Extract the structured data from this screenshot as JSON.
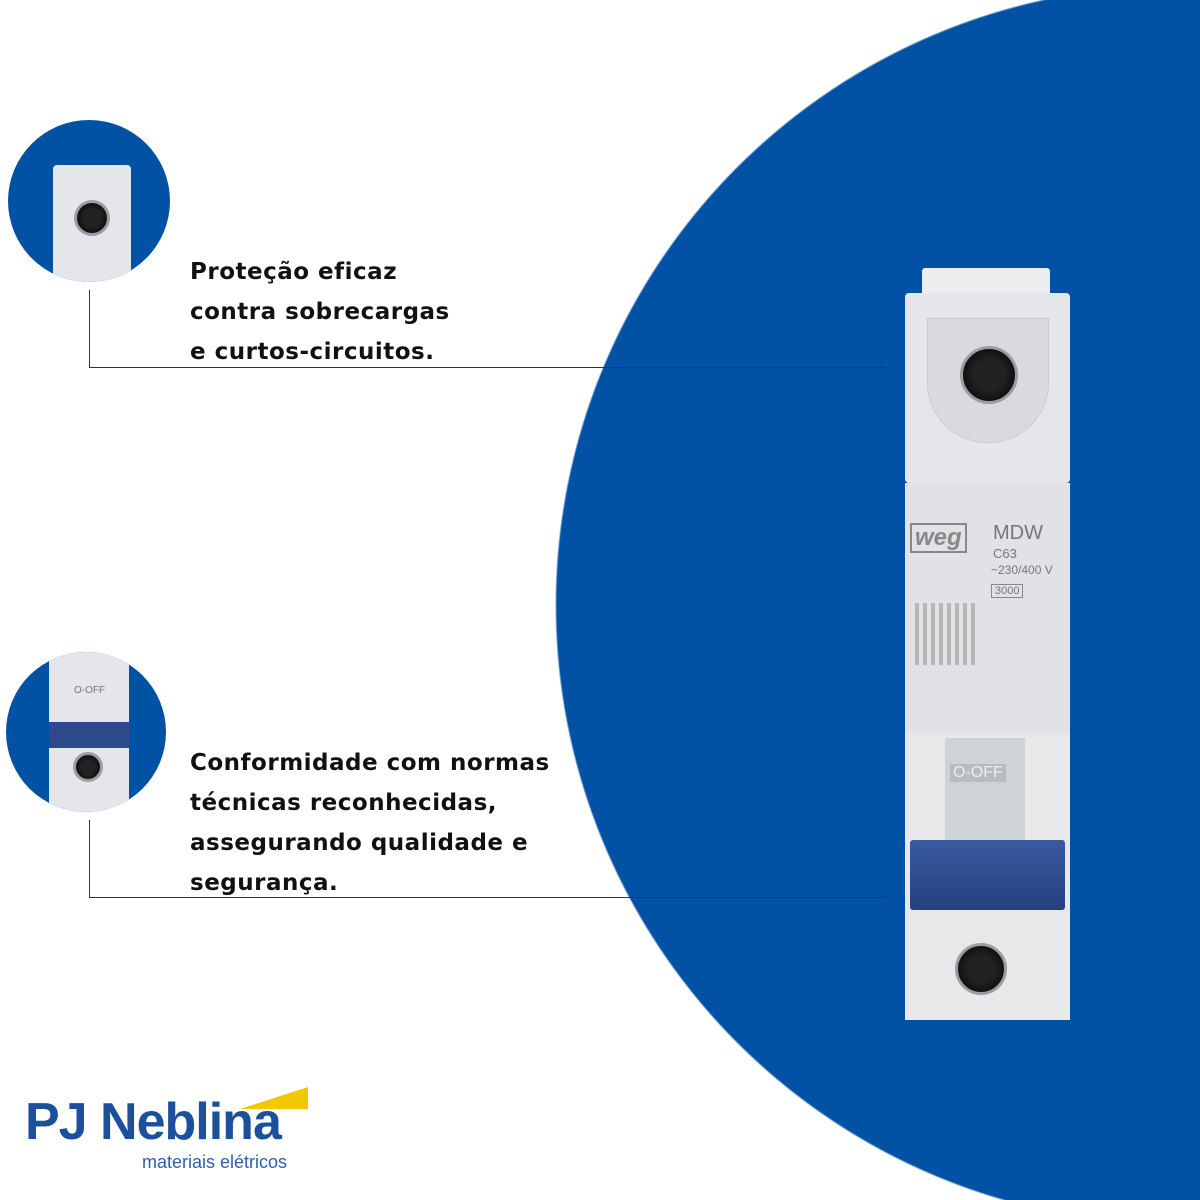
{
  "features": [
    {
      "text": "Proteção eficaz\ncontra sobrecargas\ne curtos-circuitos."
    },
    {
      "text": "Conformidade com normas\ntécnicas reconhecidas,\nassegurando qualidade e\nsegurança."
    }
  ],
  "product": {
    "brand": "weg",
    "model": "MDW",
    "rating": "C63",
    "voltage": "~230/400 V",
    "capacity": "3000",
    "switch_label": "O-OFF",
    "thumb_label": "O-OFF"
  },
  "logo": {
    "name": "PJ Neblina",
    "tagline": "materiais elétricos",
    "accent": "#f2c800",
    "brand_color": "#1c4f9c"
  },
  "colors": {
    "background_circle": "#0152a5",
    "handle": "#2f4a8c"
  }
}
